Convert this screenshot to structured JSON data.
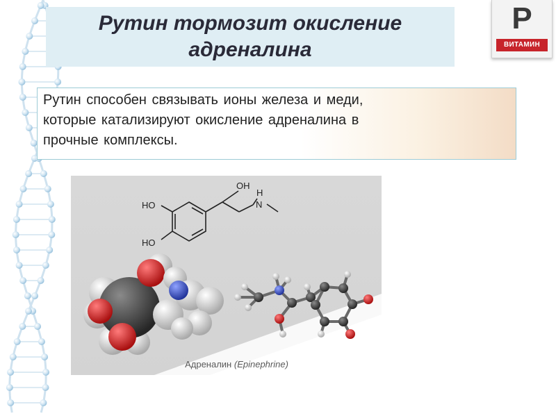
{
  "slide": {
    "title_line1": "Рутин  тормозит  окисление",
    "title_line2": "адреналина",
    "body_line1": "Рутин  способен связывать  ионы железа  и  меди,",
    "body_line2": "которые  катализируют  окисление  адреналина в",
    "body_line3": "прочные  комплексы."
  },
  "badge": {
    "letter": "P",
    "label": "ВИТАМИН",
    "strip_color": "#c7242b"
  },
  "figure": {
    "caption_main": "Адреналин",
    "caption_latin": "(Epinephrine)",
    "formula_labels": {
      "ho_top": "HO",
      "ho_bottom": "HO",
      "oh": "OH",
      "h": "H",
      "n": "N"
    },
    "atom_colors": {
      "carbon": "#3c3c3c",
      "oxygen": "#d42020",
      "nitrogen": "#3b55c8",
      "hydrogen": "#f2f2f2"
    }
  }
}
